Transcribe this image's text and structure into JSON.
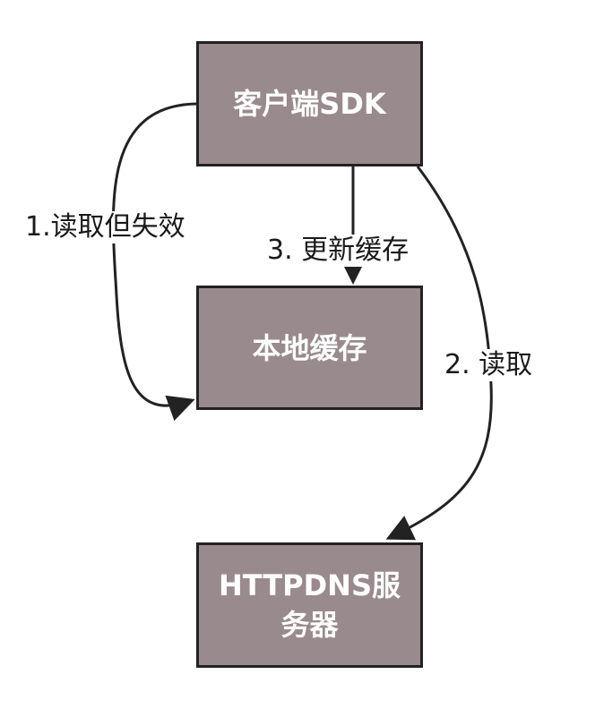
{
  "nodes": {
    "client_sdk": "客户端SDK",
    "local_cache": "本地缓存",
    "httpdns_server": "HTTPDNS服务器"
  },
  "edges": {
    "read_but_expired": "1.读取但失效",
    "read": "2. 读取",
    "update_cache": "3. 更新缓存"
  },
  "colors": {
    "node_fill": "#998a8d",
    "node_border": "#222222",
    "node_text": "#ffffff",
    "edge": "#222222"
  }
}
